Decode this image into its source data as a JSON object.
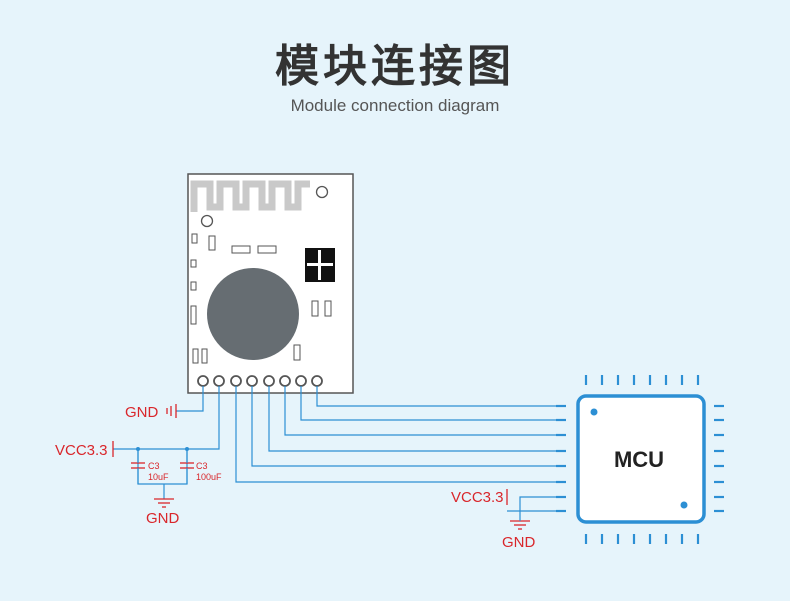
{
  "header": {
    "title": "模块连接图",
    "subtitle": "Module connection diagram"
  },
  "diagram": {
    "mcu_label": "MCU",
    "gnd_left_top": "GND",
    "vcc_left": "VCC3.3",
    "cap1_name": "C3",
    "cap1_value": "10uF",
    "cap2_name": "C3",
    "cap2_value": "100uF",
    "gnd_left_bottom": "GND",
    "vcc_right": "VCC3.3",
    "gnd_right": "GND",
    "colors": {
      "wire": "#2c8fd4",
      "red": "#d9262b",
      "module_outline": "#555555",
      "mcu_outline": "#2c8fd4",
      "chip": "#666d72"
    }
  }
}
